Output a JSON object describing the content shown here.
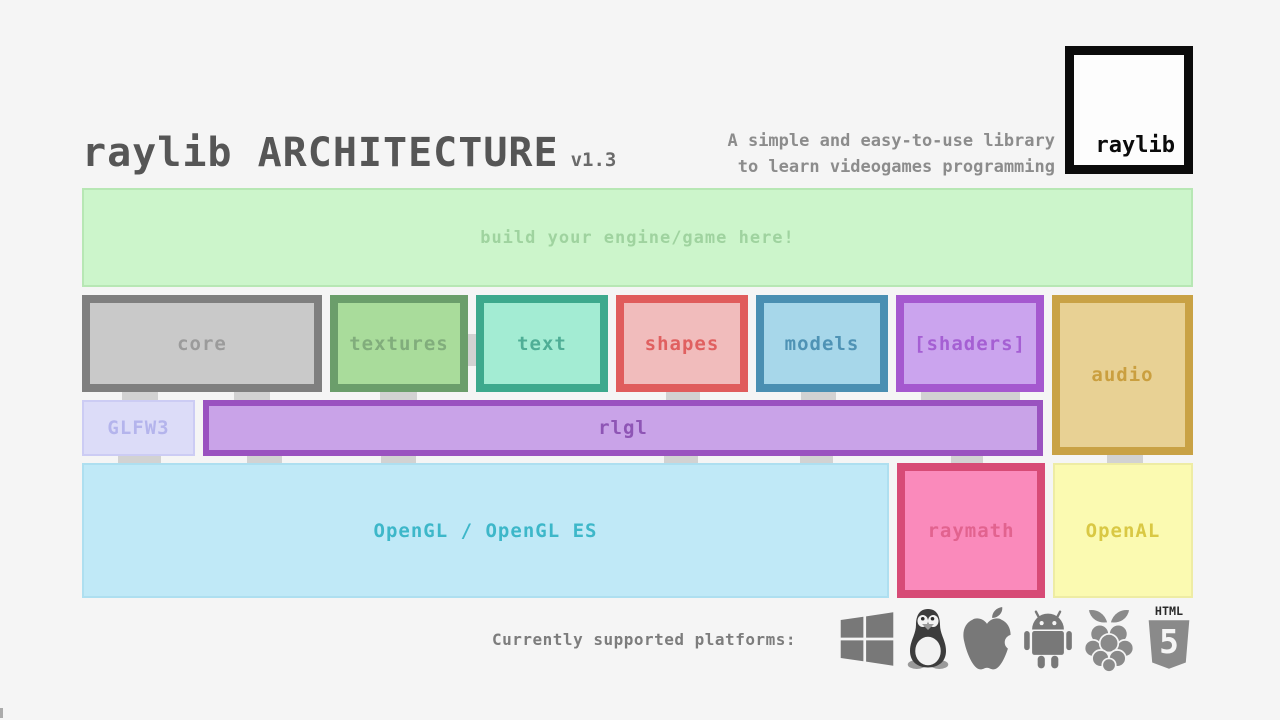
{
  "colors": {
    "background": "#f5f5f5",
    "title_text": "#565656",
    "tagline_text": "#8c8c8c",
    "connector": "#d2d2d2",
    "banner_fill": "#ccf5cb",
    "core_border": "#7f7f7f",
    "textures_border": "#6b9e6b",
    "text_border": "#3da98d",
    "shapes_border": "#e05c5c",
    "models_border": "#4a8fb2",
    "shaders_border": "#a558cf",
    "audio_border": "#c9a245",
    "rlgl_border": "#9a52c0",
    "raymath_border": "#d74b76",
    "opengl_fill": "#c0e9f7",
    "openal_fill": "#fbfab1",
    "glfw3_fill": "#dcdcf8"
  },
  "header": {
    "title": "raylib ARCHITECTURE",
    "version": "v1.3",
    "tagline_line1": "A simple and easy-to-use library",
    "tagline_line2": "to learn videogames programming",
    "logo_text": "raylib"
  },
  "banner": {
    "label": "build your engine/game here!"
  },
  "modules": {
    "core": {
      "label": "core"
    },
    "textures": {
      "label": "textures"
    },
    "text": {
      "label": "text"
    },
    "shapes": {
      "label": "shapes"
    },
    "models": {
      "label": "models"
    },
    "shaders": {
      "label": "[shaders]"
    },
    "audio": {
      "label": "audio"
    }
  },
  "platform_layer": {
    "glfw3": {
      "label": "GLFW3"
    },
    "rlgl": {
      "label": "rlgl"
    }
  },
  "backends": {
    "opengl": {
      "label": "OpenGL / OpenGL ES"
    },
    "raymath": {
      "label": "raymath"
    },
    "openal": {
      "label": "OpenAL"
    }
  },
  "platforms": {
    "label": "Currently supported platforms:",
    "items": [
      "windows",
      "linux",
      "macos",
      "android",
      "raspberry-pi",
      "html5"
    ],
    "html5_badge_text": "HTML",
    "html5_number": "5"
  }
}
